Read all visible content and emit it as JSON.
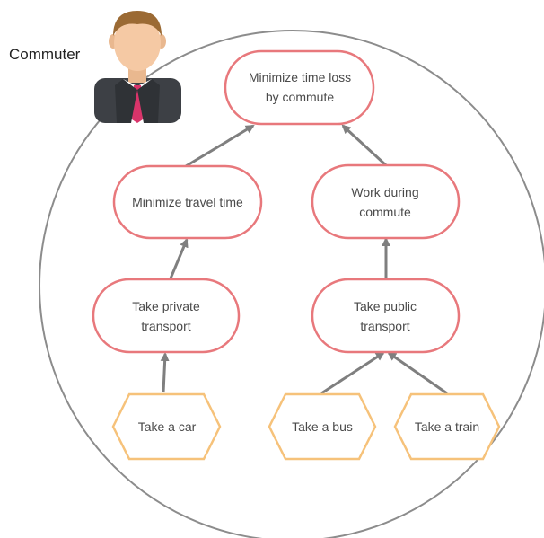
{
  "actor": {
    "label": "Commuter",
    "icon": "businessman-icon"
  },
  "goals": [
    {
      "id": "minimize-time-loss",
      "line1": "Minimize time loss",
      "line2": "by commute"
    },
    {
      "id": "minimize-travel-time",
      "line1": "Minimize travel time",
      "line2": ""
    },
    {
      "id": "work-during-commute",
      "line1": "Work during",
      "line2": "commute"
    },
    {
      "id": "take-private-transport",
      "line1": "Take private",
      "line2": "transport"
    },
    {
      "id": "take-public-transport",
      "line1": "Take public",
      "line2": "transport"
    }
  ],
  "tasks": [
    {
      "id": "take-car",
      "label": "Take a car"
    },
    {
      "id": "take-bus",
      "label": "Take a bus"
    },
    {
      "id": "take-train",
      "label": "Take a train"
    }
  ],
  "links": [
    {
      "from": "minimize-travel-time",
      "to": "minimize-time-loss"
    },
    {
      "from": "work-during-commute",
      "to": "minimize-time-loss"
    },
    {
      "from": "take-private-transport",
      "to": "minimize-travel-time"
    },
    {
      "from": "take-public-transport",
      "to": "work-during-commute"
    },
    {
      "from": "take-car",
      "to": "take-private-transport"
    },
    {
      "from": "take-bus",
      "to": "take-public-transport"
    },
    {
      "from": "take-train",
      "to": "take-public-transport"
    }
  ],
  "colors": {
    "goal_stroke": "#e8787c",
    "task_stroke": "#f6c27a",
    "link": "#7f7f7f",
    "boundary": "#8c8c8c",
    "suit": "#3d4045",
    "tie": "#d9346a",
    "skin": "#f5c9a4",
    "hair": "#9b6a34"
  }
}
